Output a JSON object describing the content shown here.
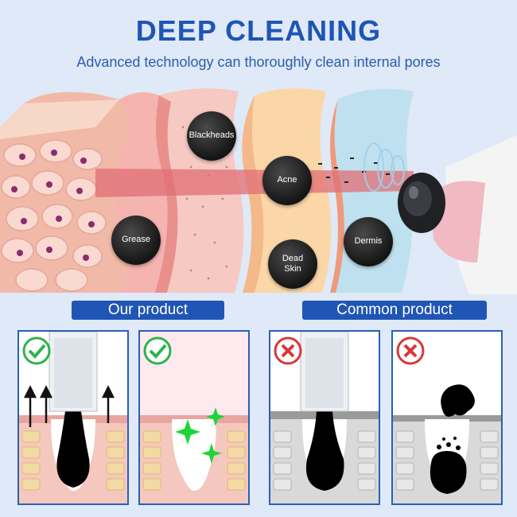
{
  "header": {
    "title": "DEEP CLEANING",
    "subtitle": "Advanced technology can thoroughly clean internal pores"
  },
  "labels": {
    "blackheads": "Blackheads",
    "acne": "Acne",
    "grease": "Grease",
    "dead_skin_line1": "Dead",
    "dead_skin_line2": "Skin",
    "dermis": "Dermis"
  },
  "comparison": {
    "our_product": "Our product",
    "common_product": "Common product"
  },
  "colors": {
    "brand_blue": "#1f55b5",
    "check_green": "#2fb34a",
    "cross_red": "#d9373b",
    "sparkle_green": "#1fd43a"
  },
  "icons": [
    "check-circle-icon",
    "cross-circle-icon",
    "sparkle-icon",
    "arrow-up-icon"
  ]
}
